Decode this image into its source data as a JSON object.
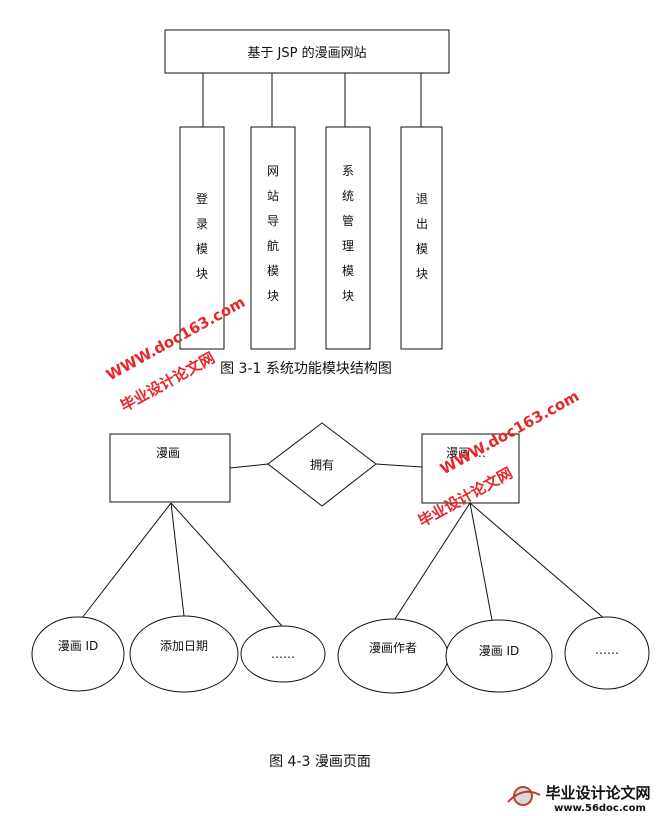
{
  "diagram1": {
    "title": "基于 JSP 的漫画网站",
    "modules": [
      {
        "chars": [
          "登",
          "录",
          "模",
          "块"
        ]
      },
      {
        "chars": [
          "网",
          "站",
          "导",
          "航",
          "模",
          "块"
        ]
      },
      {
        "chars": [
          "系",
          "统",
          "管",
          "理",
          "模",
          "块"
        ]
      },
      {
        "chars": [
          "退",
          "出",
          "模",
          "块"
        ]
      }
    ],
    "caption": "图 3-1  系统功能模块结构图"
  },
  "diagram2": {
    "entity_left": "漫画",
    "relation": "拥有",
    "entity_right": "漫画 …",
    "left_attributes": [
      "漫画 ID",
      "添加日期",
      "……"
    ],
    "right_attributes": [
      "漫画作者",
      "漫画 ID",
      "……"
    ],
    "caption": "图 4-3      漫画页面"
  },
  "watermarks": {
    "site": "WWW.doc163.com",
    "brand": "毕业设计论文网",
    "footer_brand": "毕业设计论文网",
    "footer_site": "www.56doc.com"
  },
  "colors": {
    "line": "#111111",
    "watermark_red": "#e8262b",
    "footer_blue": "#1f4fa0"
  }
}
